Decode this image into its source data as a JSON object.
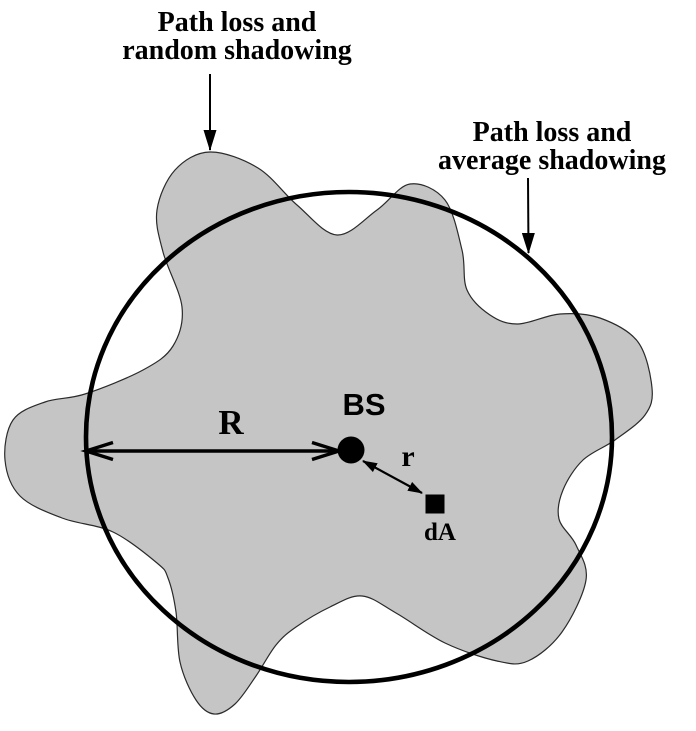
{
  "figure": {
    "labels": {
      "random": {
        "line1": "Path loss and",
        "line2": "random shadowing"
      },
      "average": {
        "line1": "Path loss and",
        "line2": "average shadowing"
      },
      "radius": "R",
      "base_station": "BS",
      "distance": "r",
      "area_element": "dA"
    },
    "colors": {
      "region_fill": "#c5c5c5",
      "region_outline": "#2a2a2a",
      "line": "#000000"
    }
  }
}
